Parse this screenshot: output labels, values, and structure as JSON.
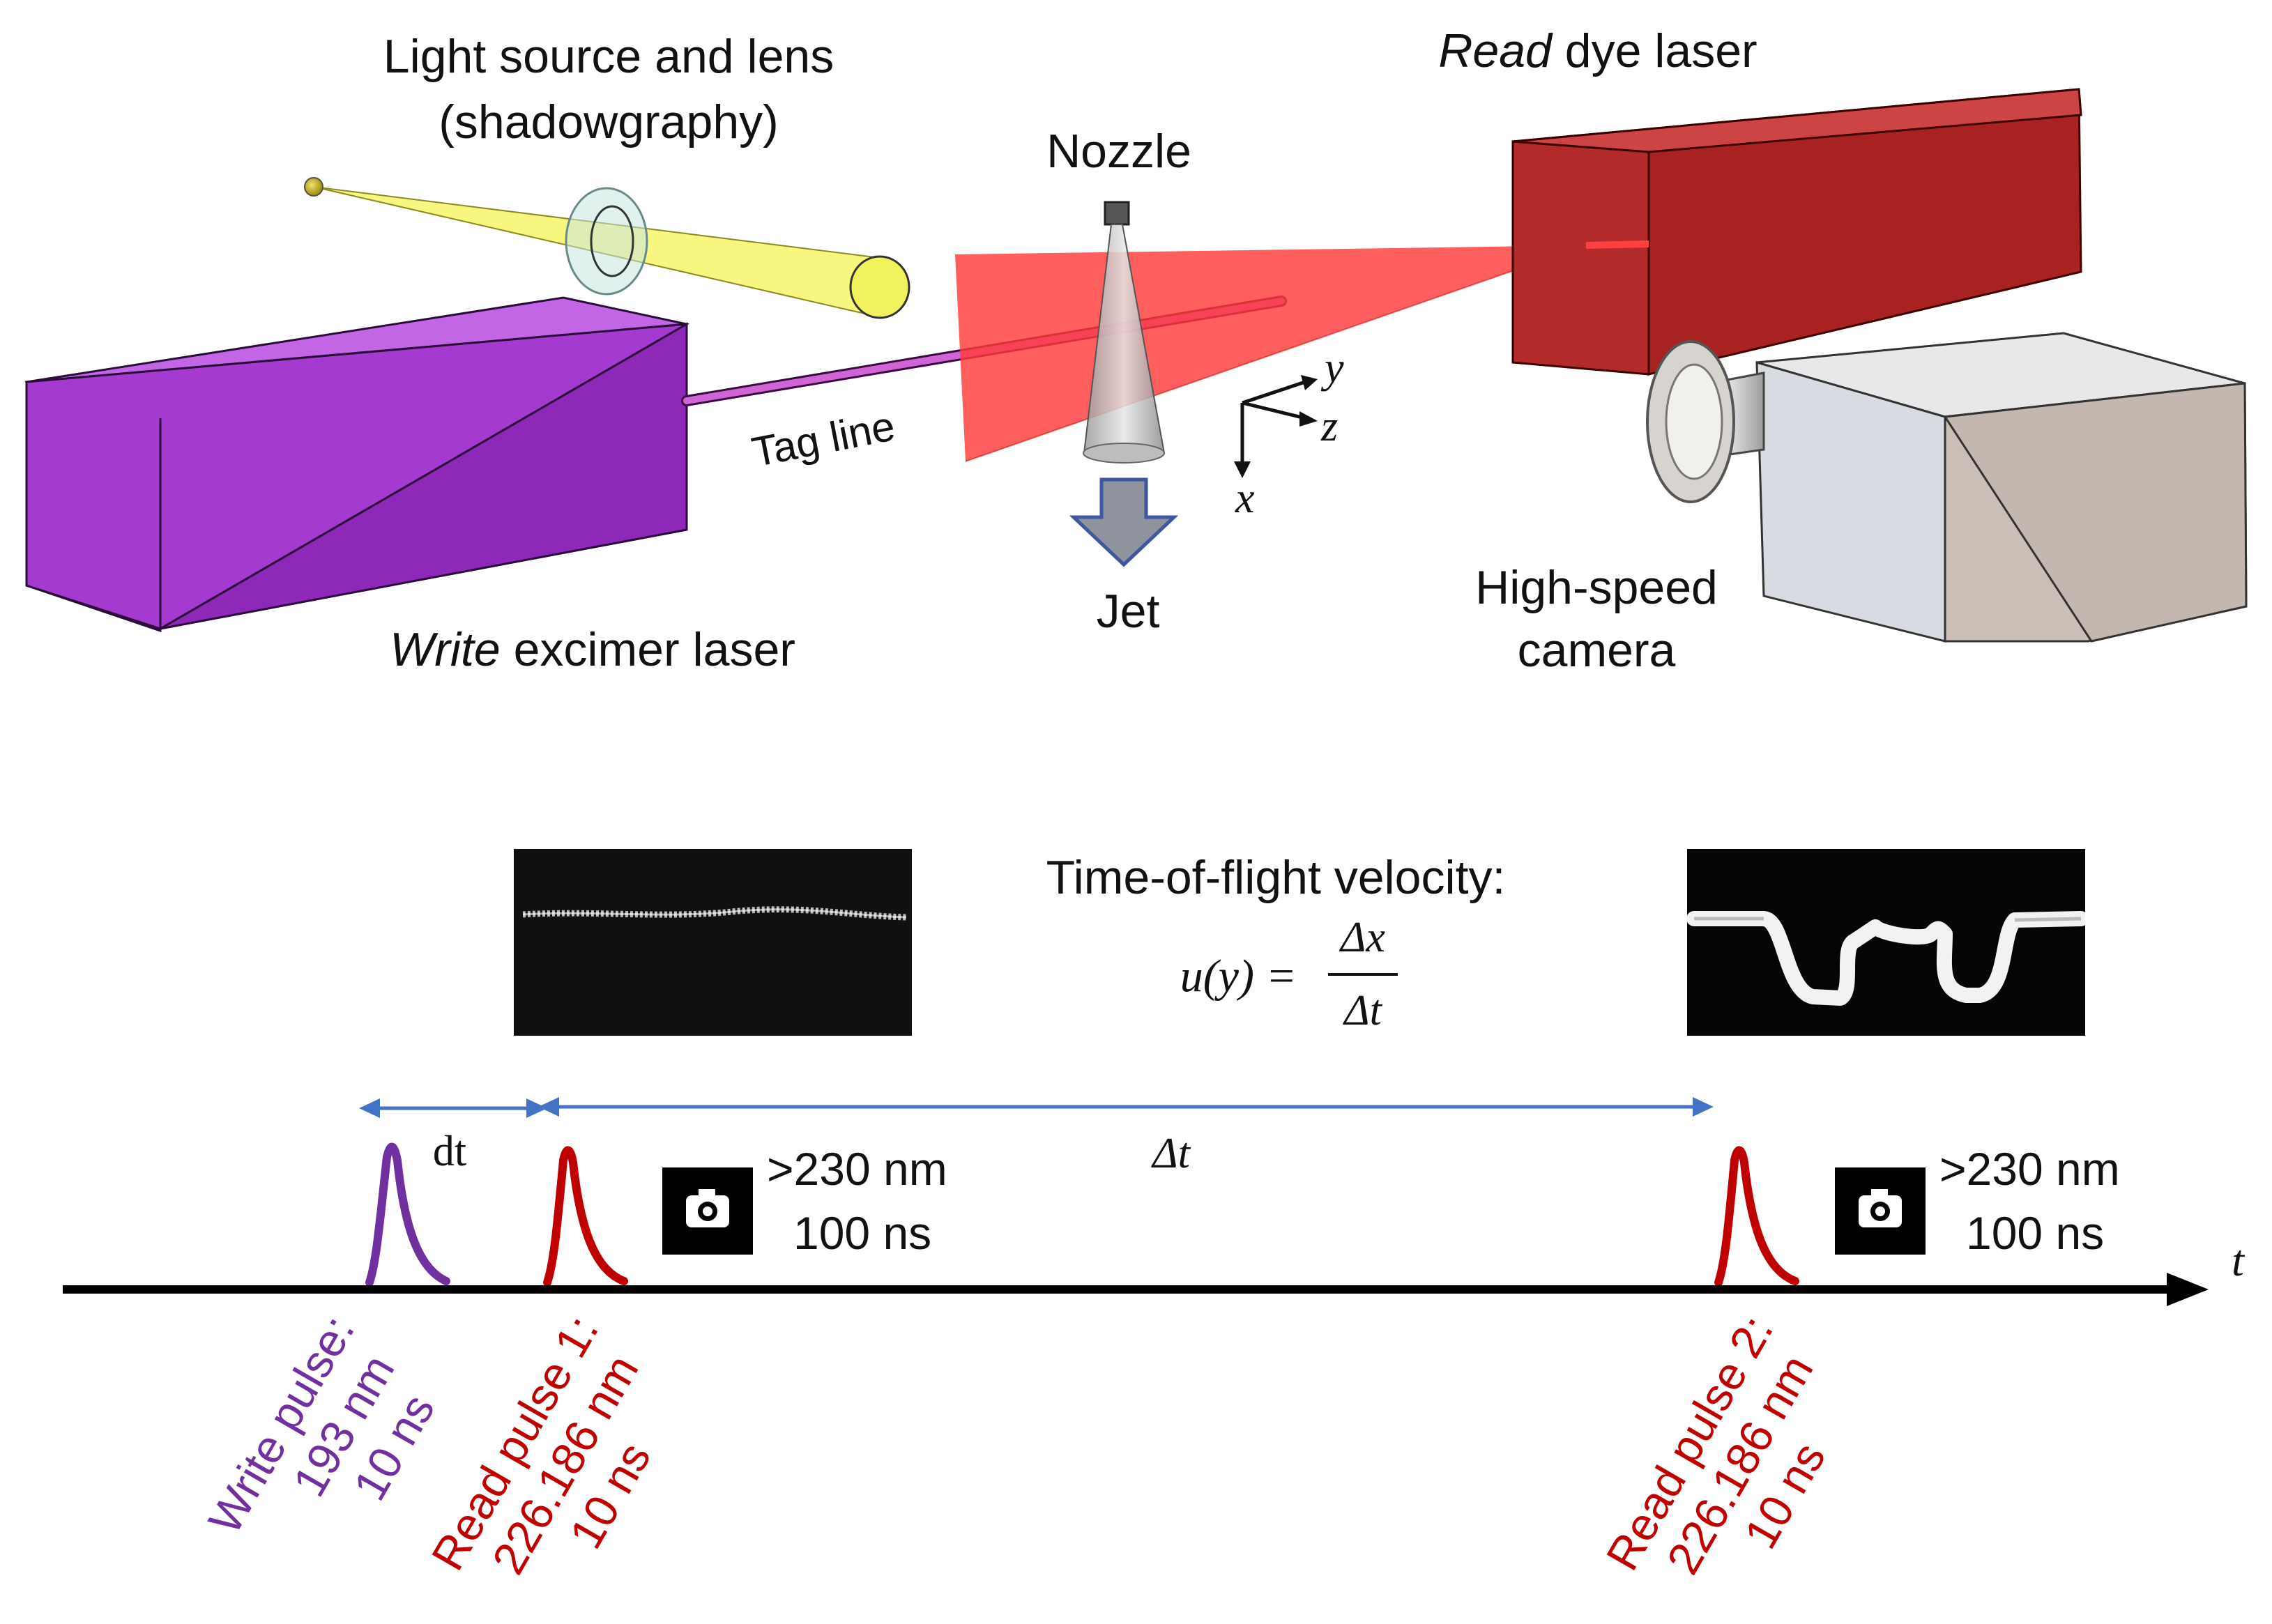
{
  "setup": {
    "light_source_line1": "Light source and lens",
    "light_source_line2": "(shadowgraphy)",
    "nozzle": "Nozzle",
    "read_laser_italic": "Read",
    "read_laser_rest": " dye laser",
    "tag_line": "Tag line",
    "axis_y": "y",
    "axis_z": "z",
    "axis_x": "x",
    "jet": "Jet",
    "write_laser_italic": "Write",
    "write_laser_rest": " excimer laser",
    "camera_line1": "High-speed",
    "camera_line2": "camera"
  },
  "velocity": {
    "title": "Time-of-flight velocity:",
    "lhs": "u(y) =",
    "numerator": "Δx",
    "denominator": "Δt"
  },
  "timeline": {
    "dt_label": "dt",
    "delta_t_label": "Δt",
    "t_axis_label": "t",
    "camera_1": {
      "line1": ">230 nm",
      "line2": "100 ns"
    },
    "camera_2": {
      "line1": ">230 nm",
      "line2": "100 ns"
    },
    "write_pulse": {
      "line1": "Write pulse:",
      "line2": "193 nm",
      "line3": "10 ns"
    },
    "read_pulse_1": {
      "line1": "Read pulse 1:",
      "line2": "226.186 nm",
      "line3": "10 ns"
    },
    "read_pulse_2": {
      "line1": "Read pulse 2:",
      "line2": "226.186 nm",
      "line3": "10 ns"
    }
  },
  "colors": {
    "write": "#7030a0",
    "read": "#c00000",
    "arrow": "#4472c4",
    "axis": "#000000"
  },
  "icons": [
    "camera-icon",
    "camera-icon"
  ]
}
